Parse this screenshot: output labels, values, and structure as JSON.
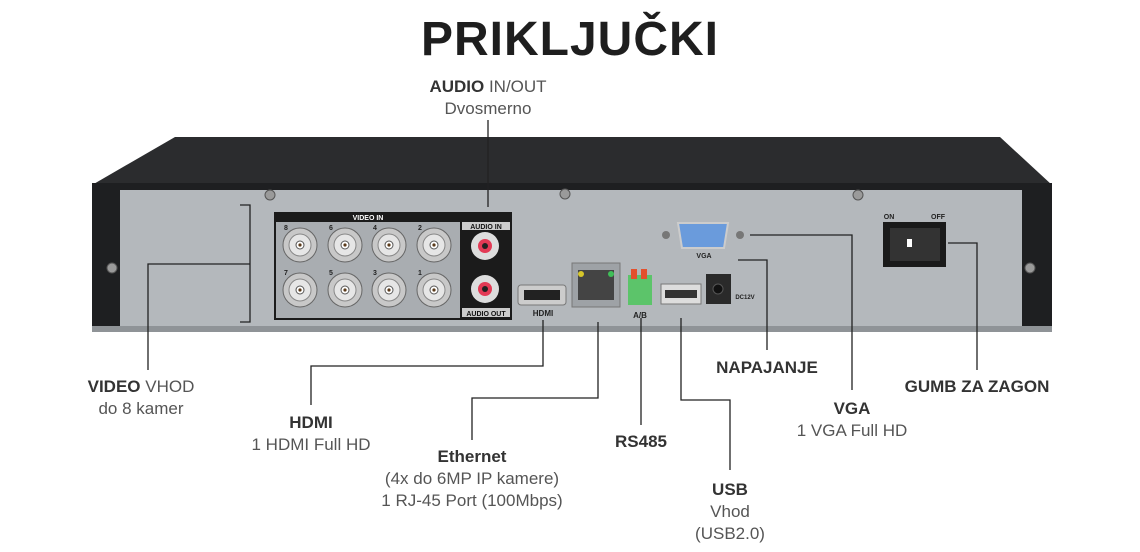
{
  "title": "PRIKLJUČKI",
  "device": {
    "video_in": "VIDEO IN",
    "audio_in": "AUDIO IN",
    "audio_out": "AUDIO OUT",
    "channel_numbers_top": [
      "8",
      "6",
      "4",
      "2"
    ],
    "channel_numbers_bottom": [
      "7",
      "5",
      "3",
      "1"
    ],
    "hdmi": "HDMI",
    "rs485_port": "A/B",
    "vga": "VGA",
    "dc": "DC12V",
    "switch_on": "ON",
    "switch_off": "OFF"
  },
  "labels": {
    "audio": {
      "bold": "AUDIO",
      "rest": " IN/OUT",
      "line2": "Dvosmerno"
    },
    "video": {
      "bold": "VIDEO",
      "rest": " VHOD",
      "line2": "do 8 kamer"
    },
    "hdmi": {
      "bold": "HDMI",
      "line2": "1 HDMI Full HD"
    },
    "ethernet": {
      "bold": "Ethernet",
      "line2": "(4x do 6MP IP kamere)",
      "line3": "1 RJ-45 Port (100Mbps)"
    },
    "rs485": {
      "bold": "RS485"
    },
    "usb": {
      "bold": "USB",
      "line2": "Vhod",
      "line3": "(USB2.0)"
    },
    "power": {
      "bold": "NAPAJANJE"
    },
    "vga": {
      "bold": "VGA",
      "line2": "1 VGA Full HD"
    },
    "switch": {
      "bold": "GUMB ZA ZAGON"
    }
  }
}
